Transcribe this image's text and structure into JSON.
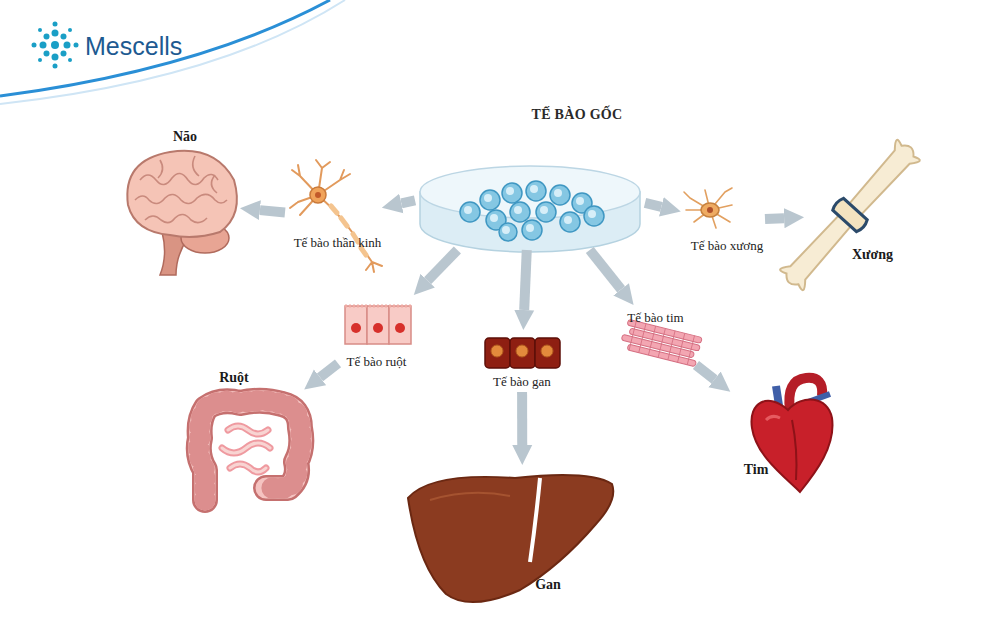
{
  "diagram": {
    "nodes": [
      {
        "text": [
          "TẾ BÀO GỐC"
        ]
      },
      {
        "text": [
          "Não"
        ]
      },
      {
        "text": [
          "Tế bào thần kinh"
        ]
      },
      {
        "text": [
          "Tế bào xương"
        ]
      },
      {
        "text": [
          "Xương"
        ]
      },
      {
        "text": [
          "Tế bào tim"
        ]
      },
      {
        "text": [
          "Tế bào ruột"
        ]
      },
      {
        "text": [
          "Tế bào gan"
        ]
      },
      {
        "text": [
          "Ruột"
        ]
      },
      {
        "text": [
          "Tim"
        ]
      },
      {
        "text": [
          "Gan"
        ]
      }
    ],
    "edges": [
      {
        "from": 0,
        "to": 2,
        "arrow": "to"
      },
      {
        "from": 2,
        "to": 1,
        "arrow": "to"
      },
      {
        "from": 0,
        "to": 3,
        "arrow": "to"
      },
      {
        "from": 3,
        "to": 4,
        "arrow": "to"
      },
      {
        "from": 0,
        "to": 6,
        "arrow": "to"
      },
      {
        "from": 0,
        "to": 7,
        "arrow": "to"
      },
      {
        "from": 0,
        "to": 5,
        "arrow": "to"
      },
      {
        "from": 6,
        "to": 8,
        "arrow": "to"
      },
      {
        "from": 7,
        "to": 10,
        "arrow": "to"
      },
      {
        "from": 5,
        "to": 9,
        "arrow": "to"
      }
    ],
    "labels": [
      "Mescells"
    ]
  }
}
